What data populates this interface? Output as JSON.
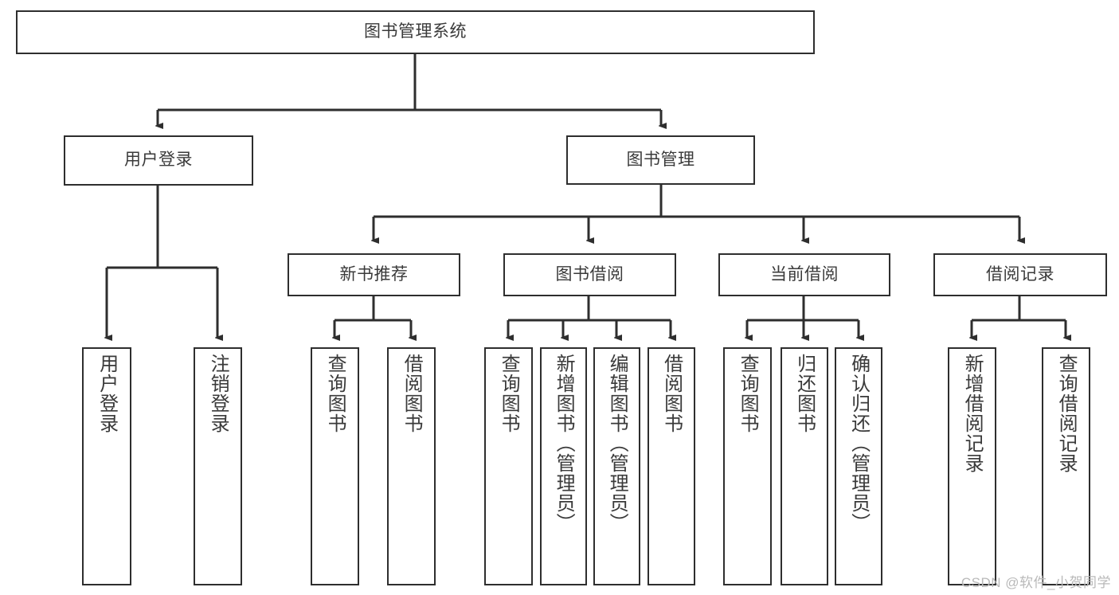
{
  "diagram": {
    "title_node": {
      "label": "图书管理系统"
    },
    "level2": [
      {
        "id": "user-login",
        "label": "用户登录"
      },
      {
        "id": "book-manage",
        "label": "图书管理"
      }
    ],
    "level3": [
      {
        "id": "new-book-recommend",
        "label": "新书推荐"
      },
      {
        "id": "book-borrow",
        "label": "图书借阅"
      },
      {
        "id": "current-borrow",
        "label": "当前借阅"
      },
      {
        "id": "borrow-record",
        "label": "借阅记录"
      }
    ],
    "leaves": [
      {
        "id": "leaf-user-login",
        "label": "用户登录"
      },
      {
        "id": "leaf-logout-login",
        "label": "注销登录"
      },
      {
        "id": "leaf-query-book-1",
        "label": "查询图书"
      },
      {
        "id": "leaf-borrow-book-1",
        "label": "借阅图书"
      },
      {
        "id": "leaf-query-book-2",
        "label": "查询图书"
      },
      {
        "id": "leaf-add-book",
        "label": "新增图书（管理员）"
      },
      {
        "id": "leaf-edit-book",
        "label": "编辑图书（管理员）"
      },
      {
        "id": "leaf-borrow-book-2",
        "label": "借阅图书"
      },
      {
        "id": "leaf-query-book-3",
        "label": "查询图书"
      },
      {
        "id": "leaf-return-book",
        "label": "归还图书"
      },
      {
        "id": "leaf-confirm-return",
        "label": "确认归还（管理员）"
      },
      {
        "id": "leaf-add-record",
        "label": "新增借阅记录"
      },
      {
        "id": "leaf-query-record",
        "label": "查询借阅记录"
      }
    ]
  },
  "watermark": {
    "text": "CSDN @软件_小贺同学"
  },
  "colors": {
    "stroke": "#2e2e2e",
    "text": "#3a3a3a",
    "background": "#ffffff",
    "watermark": "#b9b9b9"
  }
}
